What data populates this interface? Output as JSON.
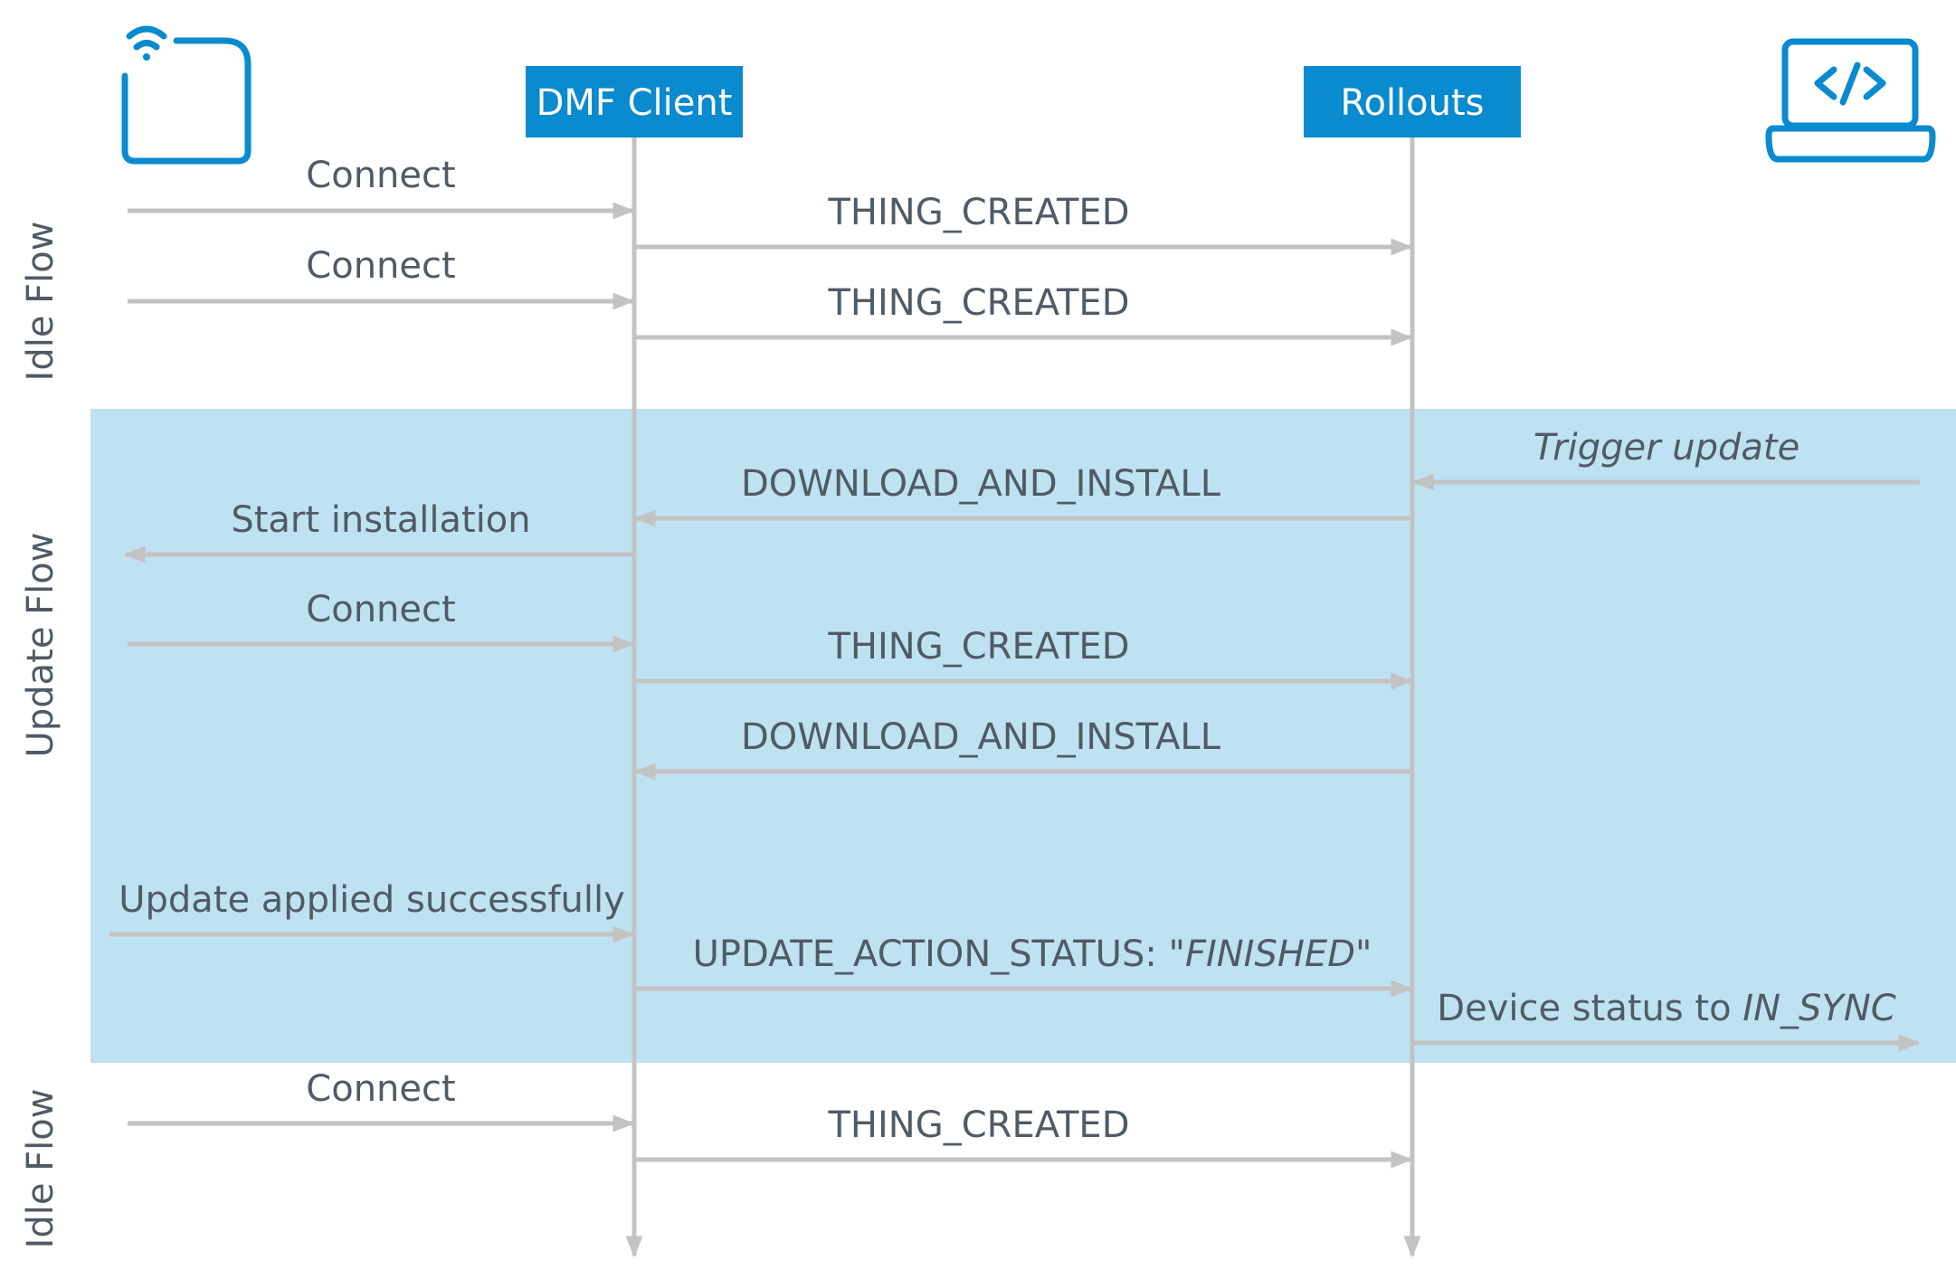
{
  "participants": {
    "client": "DMF Client",
    "rollouts": "Rollouts"
  },
  "icons": {
    "device": "wifi-device-icon",
    "laptop": "laptop-code-icon"
  },
  "sections": {
    "idle_top": "Idle Flow",
    "update": "Update Flow",
    "idle_bottom": "Idle Flow"
  },
  "messages": {
    "m1": "Connect",
    "m2": "THING_CREATED",
    "m3": "Connect",
    "m4": "THING_CREATED",
    "m5": "Trigger update",
    "m6": "DOWNLOAD_AND_INSTALL",
    "m7": "Start installation",
    "m8": "Connect",
    "m9": "THING_CREATED",
    "m10": "DOWNLOAD_AND_INSTALL",
    "m11": "Update applied successfully",
    "m12_prefix": "UPDATE_ACTION_STATUS: \"",
    "m12_value": "FINISHED",
    "m12_suffix": "\"",
    "m13_prefix": "Device status to ",
    "m13_value": "IN_SYNC",
    "m14": "Connect",
    "m15": "THING_CREATED"
  },
  "colors": {
    "accent": "#0a8acf",
    "highlight": "#bfe2f3",
    "line": "#c3c3c3",
    "text": "#4f5b66"
  }
}
